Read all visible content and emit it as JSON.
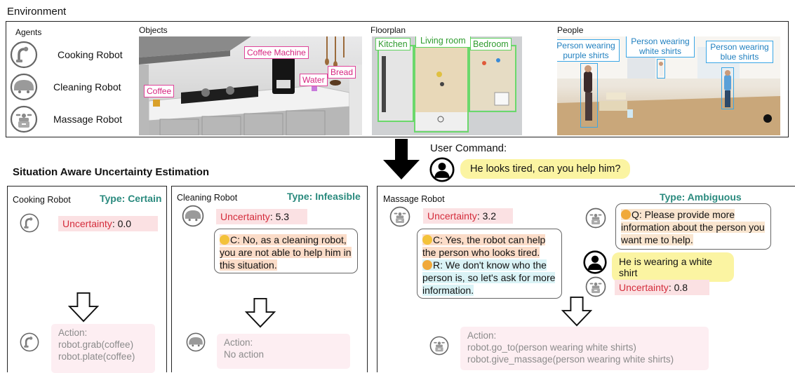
{
  "environment": {
    "title": "Environment",
    "agents_label": "Agents",
    "agents": [
      {
        "name": "Cooking Robot",
        "icon": "cooking-robot-icon"
      },
      {
        "name": "Cleaning Robot",
        "icon": "cleaning-robot-icon"
      },
      {
        "name": "Massage Robot",
        "icon": "massage-robot-icon"
      }
    ],
    "objects_label": "Objects",
    "objects": [
      "Coffee Machine",
      "Water",
      "Bread",
      "Coffee"
    ],
    "floorplan_label": "Floorplan",
    "rooms": [
      "Kitchen",
      "Living room",
      "Bedroom"
    ],
    "people_label": "People",
    "people": [
      "Person wearing purple shirts",
      "Person wearing white shirts",
      "Person wearing blue shirts"
    ]
  },
  "user_command": {
    "label": "User Command:",
    "text": "He looks tired, can you help him?",
    "icon": "user-icon"
  },
  "section_title": "Situation Aware Uncertainty Estimation",
  "panels": {
    "cooking": {
      "robot": "Cooking Robot",
      "type": "Type: Certain",
      "uncertainty_key": "Uncertainty",
      "uncertainty_value": ": 0.0",
      "action_label": "Action:",
      "action_lines": [
        "robot.grab(coffee)",
        "robot.plate(coffee)"
      ]
    },
    "cleaning": {
      "robot": "Cleaning Robot",
      "type": "Type: Infeasible",
      "uncertainty_key": "Uncertainty",
      "uncertainty_value": ": 5.3",
      "c_text": "C: No, as a cleaning robot, you are not able to help him in this situation.",
      "action_label": "Action:",
      "action_lines": [
        "No action"
      ]
    },
    "massage": {
      "robot": "Massage Robot",
      "type": "Type: Ambiguous",
      "uncertainty_key": "Uncertainty",
      "uncertainty_value": ": 3.2",
      "c_text": "C: Yes, the robot can help the person who looks tired.",
      "r_text": "R: We don't know who the person is, so let's ask for more information.",
      "q_text": "Q: Please provide more information about the person you want me to help.",
      "user_reply": "He is wearing a white shirt",
      "uncertainty2_key": "Uncertainty",
      "uncertainty2_value": ": 0.8",
      "action_label": "Action:",
      "action_lines": [
        "robot.go_to(person wearing white shirts)",
        "robot.give_massage(person wearing white shirts)"
      ]
    }
  },
  "colors": {
    "type_label": "#2a8a7e",
    "uncertainty_key": "#d42d3c",
    "object_tag": "#e0439a",
    "room_tag": "#5ed35e",
    "person_tag": "#3aa6e6",
    "user_bubble": "#fbf4a2"
  }
}
